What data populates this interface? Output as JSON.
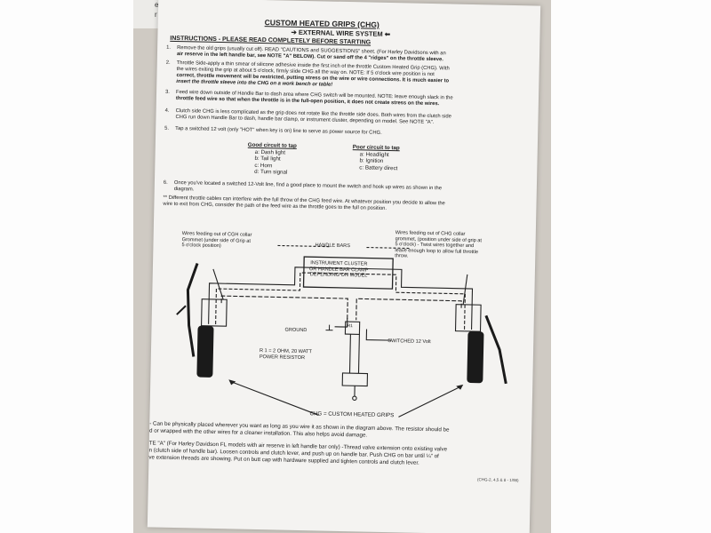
{
  "prev_sheet": {
    "line1": "ectrical tape.",
    "line2": "r container. You'll"
  },
  "doc": {
    "title": "CUSTOM HEATED GRIPS    (CHG)",
    "subtitle": "➔ EXTERNAL WIRE SYSTEM ⬅",
    "instructions": "INSTRUCTIONS - PLEASE READ COMPLETELY BEFORE STARTING",
    "steps": [
      {
        "num": "1.",
        "lines": [
          "Remove the old grips (usually cut off).  READ \"CAUTIONS and SUGGESTIONS\" sheet. (For Harley Davidsons with an",
          "air reserve in the left handle bar, see NOTE \"A\" BELOW). Cut or sand off the 4 \"ridges\" on the throttle sleeve."
        ]
      },
      {
        "num": "2.",
        "lines": [
          "Throttle Side-apply a thin smear of silicone adhesive inside the first inch of the throttle Custom Heated Grip (CHG). With",
          "the wires exiting the grip at about 5 o'clock, firmly slide CHG all the way on.  NOTE: If 5 o'clock wire position is not",
          "correct, throttle movement will be restricted, putting stress on the wire or wire connections.  It is much easier to",
          "insert the throttle sleeve into the CHG on a work bench or table!"
        ]
      },
      {
        "num": "3.",
        "lines": [
          "Feed wire down outside of Handle Bar to dash area where CHG switch will be mounted. NOTE: leave enough slack in the",
          "throttle feed wire so that when the throttle is in the full-open position, it does not create stress on the wires."
        ]
      },
      {
        "num": "4.",
        "lines": [
          "Clutch side CHG is less complicated as the grip does not rotate like the throttle side does.  Both wires from the clutch side",
          "CHG run down Handle Bar to dash, handle bar clamp, or instrument cluster, depending on model.  See NOTE \"A\"."
        ]
      },
      {
        "num": "5.",
        "lines": [
          "Tap a switched 12 volt (only \"HOT\" when key is on) line to serve as power source for CHG."
        ]
      }
    ],
    "good_circuit": {
      "title": "Good circuit to tap",
      "items": [
        "a: Dash light",
        "b: Tail light",
        "c: Horn",
        "d: Turn signal"
      ]
    },
    "poor_circuit": {
      "title": "Poor circuit to tap",
      "items": [
        "a: Headlight",
        "b: Ignition",
        "c: Battery direct"
      ]
    },
    "step6": {
      "num": "6.",
      "lines": [
        "Once you've located a switched 12-Volt line, find a good place to mount the switch and hook up wires as shown in the",
        "diagram."
      ]
    },
    "different": [
      "** Different throttle cables can interfere with the full throw of the CHG feed wire.  At whatever position you decide to allow  the",
      "wire to exit from CHG, consider the path of the feed wire as the throttle goes to the full on position."
    ]
  },
  "diagram": {
    "left_note": [
      "Wires feeding out of CGH collar",
      "Grommet (under side of Grip at",
      "5 o'clock position)"
    ],
    "handle_bars": "HANDLE BARS",
    "cluster": [
      "INSTRUMENT CLUSTER",
      "OR HANDLE BAR CLAMP",
      "DEPENDING ON MODEL"
    ],
    "right_note": [
      "Wires feeding out of CHG collar",
      "grommet, (position under side of grip at",
      "5 o'clock) - Twist wires together and",
      "leave enough loop to allow full throttle",
      "throw."
    ],
    "ground": "GROUND",
    "r1": "R1",
    "switched": "SWITCHED 12 Volt",
    "resistor": [
      "R  1 = 2 OHM, 20 WATT",
      "POWER RESISTOR"
    ],
    "chg": "CHG = CUSTOM HEATED GRIPS"
  },
  "footer": {
    "lines": [
      "- Can be physically placed wherever you want as long as you wire it as shown in the diagram above.  The resistor should be",
      "d or wrapped with the other wires for a cleaner installation.  This also helps avoid damage.",
      "TE \"A\" (For Harley Davidson FL models with air reserve in left handle bar only) -Thread valve extension onto existing valve",
      "n (clutch side of handle bar).  Loosen controls and clutch lever, and push up on handle bar.  Push CHG on bar until ¼\" of",
      "ve extension threads are showing.  Put on butt cap with hardware supplied and tighten controls and clutch lever."
    ],
    "page_ref": "(CHG-2, 4,5 & 8 - 1/98)"
  }
}
